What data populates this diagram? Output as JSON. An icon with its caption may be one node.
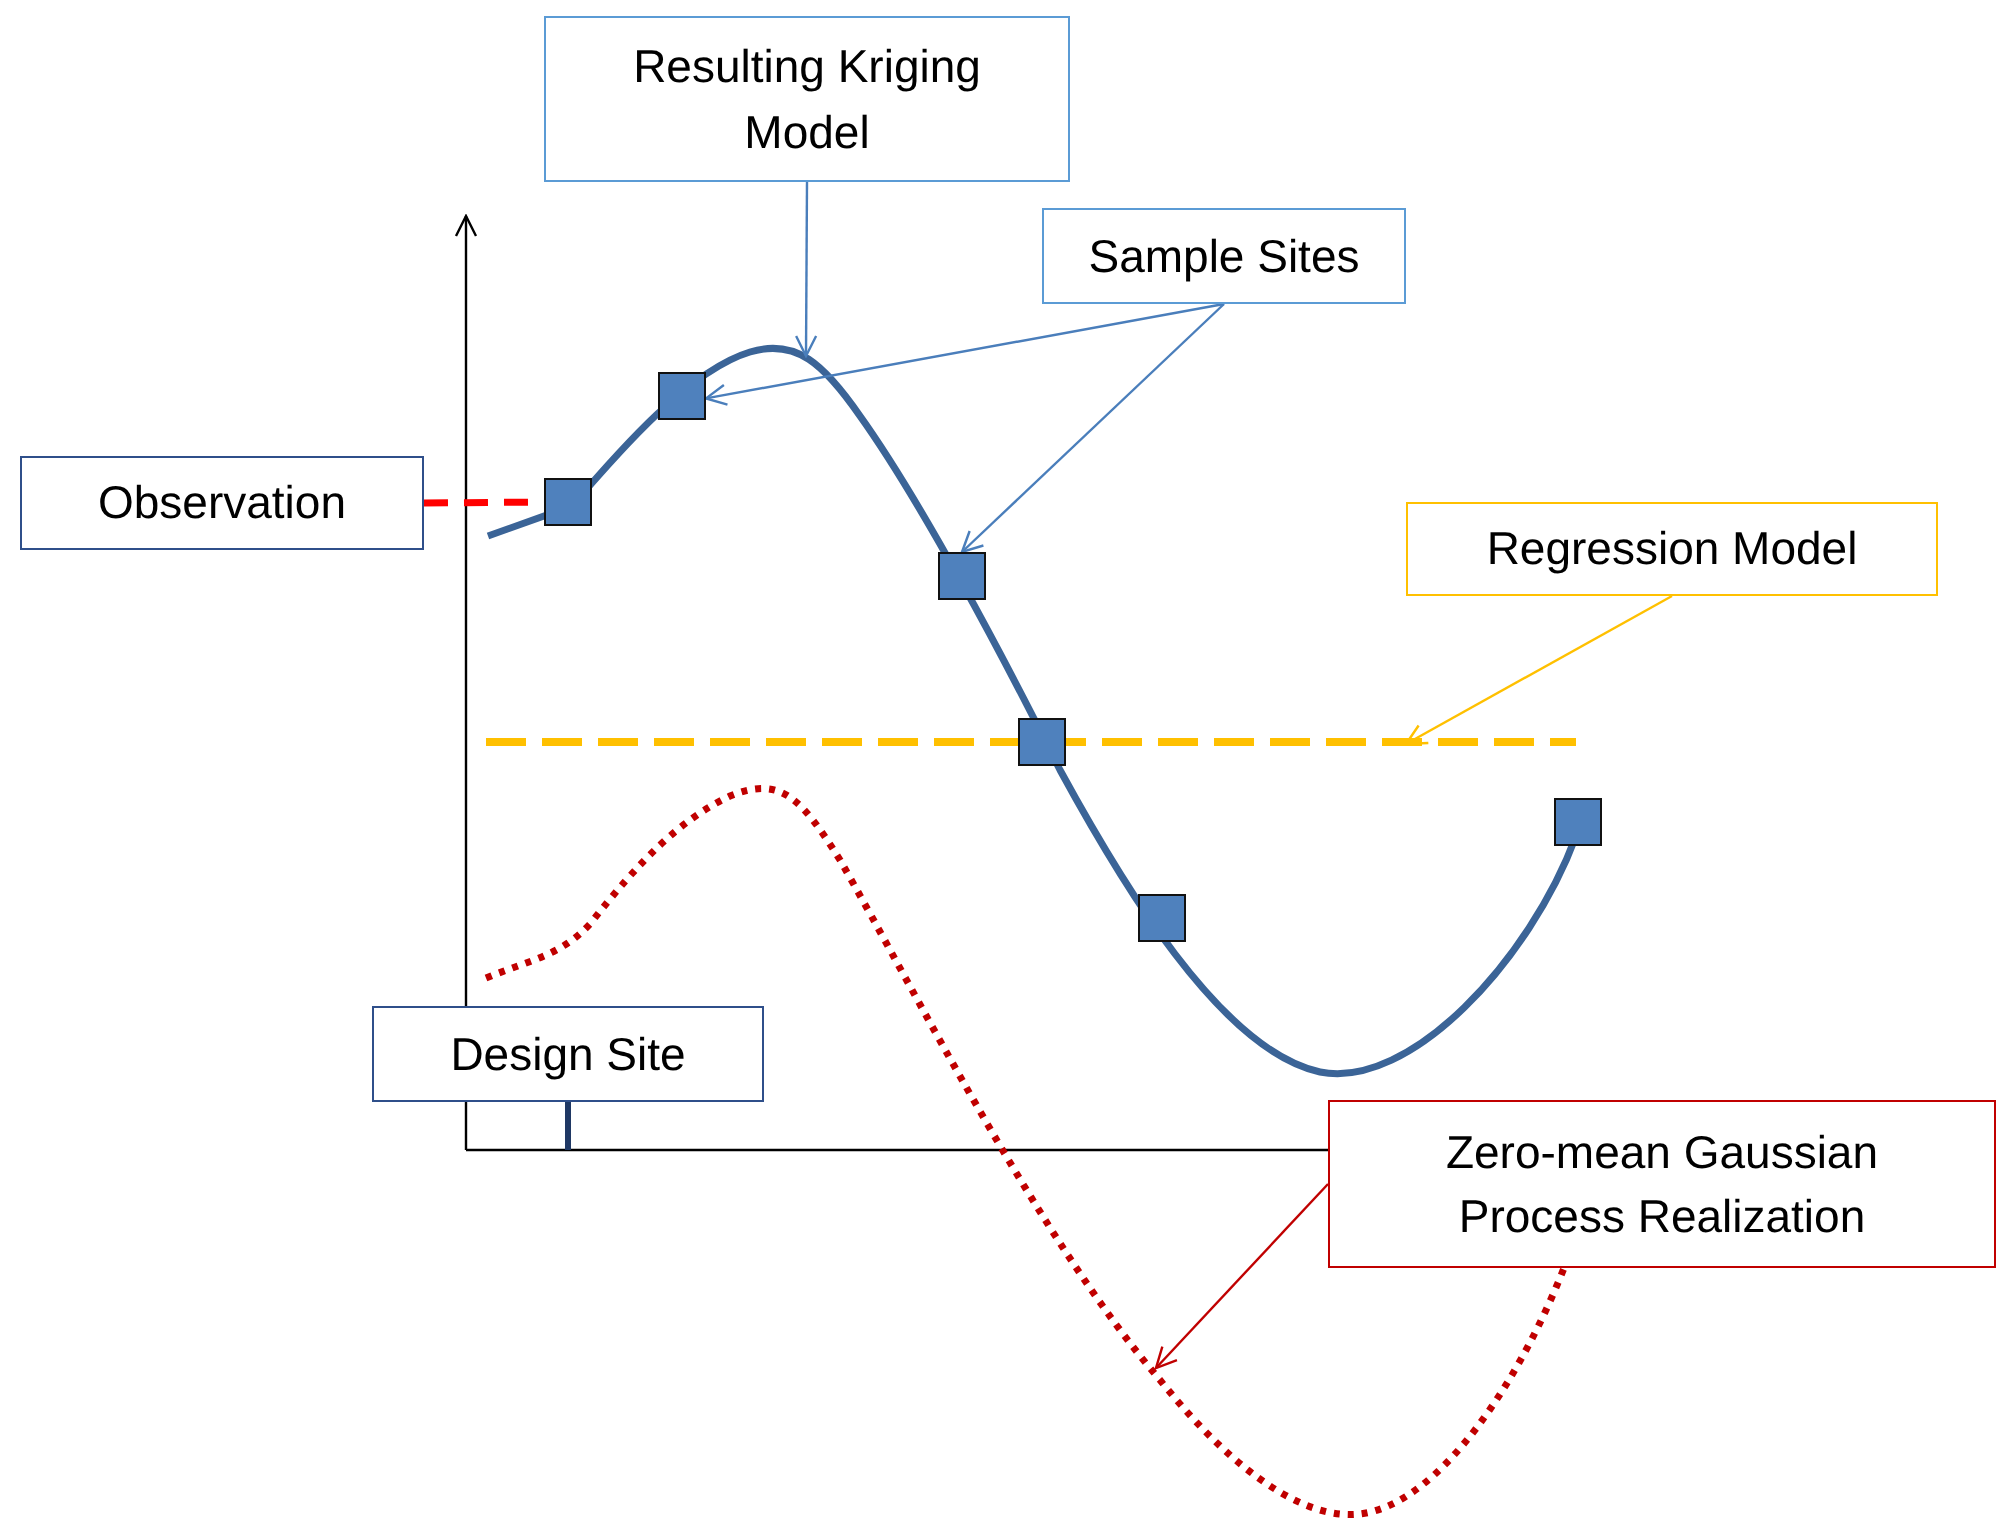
{
  "diagram": {
    "nodes": [
      {
        "text": [
          "Resulting Kriging Model"
        ]
      },
      {
        "text": [
          "Sample Sites"
        ]
      },
      {
        "text": [
          "Observation"
        ]
      },
      {
        "text": [
          "Regression Model"
        ]
      },
      {
        "text": [
          "Design Site"
        ]
      },
      {
        "text": [
          "Zero-mean Gaussian Process Realization"
        ]
      },
      {
        "text": [],
        "shape": "box"
      },
      {
        "text": [],
        "shape": "box"
      },
      {
        "text": [],
        "shape": "box"
      },
      {
        "text": [],
        "shape": "box"
      },
      {
        "text": [],
        "shape": "box"
      },
      {
        "text": [],
        "shape": "box"
      }
    ],
    "edges": [
      {
        "from": 0,
        "to": null,
        "arrow": "to"
      },
      {
        "from": 1,
        "to": 7,
        "arrow": "to"
      },
      {
        "from": 1,
        "to": 8,
        "arrow": "to"
      },
      {
        "from": 2,
        "to": 6,
        "arrow": "none",
        "style": "dashed",
        "color": "#ff0000"
      },
      {
        "from": 3,
        "to": null,
        "arrow": "to",
        "color": "#ffc000"
      },
      {
        "from": 5,
        "to": null,
        "arrow": "to",
        "color": "#c00000"
      }
    ]
  }
}
